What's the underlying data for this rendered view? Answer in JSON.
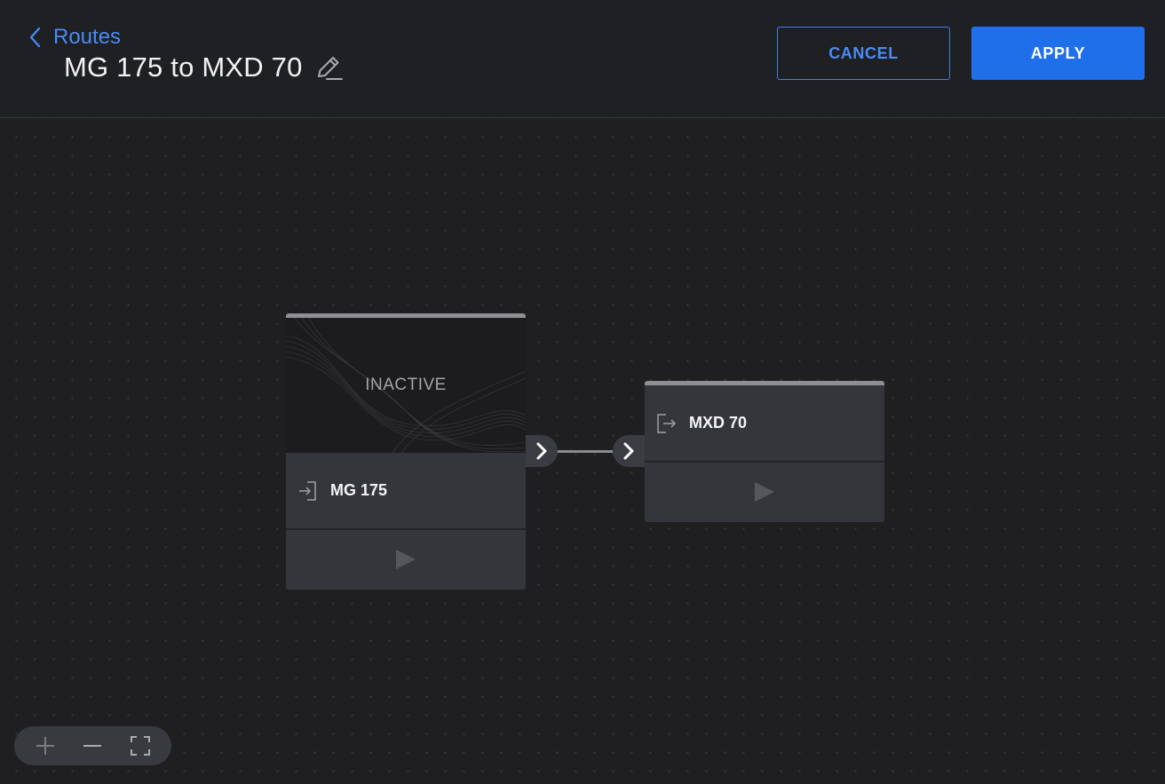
{
  "header": {
    "back_label": "Routes",
    "title": "MG 175 to MXD 70",
    "cancel_label": "CANCEL",
    "apply_label": "APPLY"
  },
  "source_node": {
    "status": "INACTIVE",
    "name": "MG 175",
    "icon": "input-icon"
  },
  "destination_node": {
    "name": "MXD 70",
    "icon": "output-icon"
  },
  "zoom_controls": {
    "icons": [
      "zoom-in-icon",
      "zoom-out-icon",
      "fit-view-icon"
    ]
  },
  "colors": {
    "accent": "#1f6feb",
    "link": "#4a8bf5",
    "background": "#1f1f21",
    "node": "#35363b"
  }
}
